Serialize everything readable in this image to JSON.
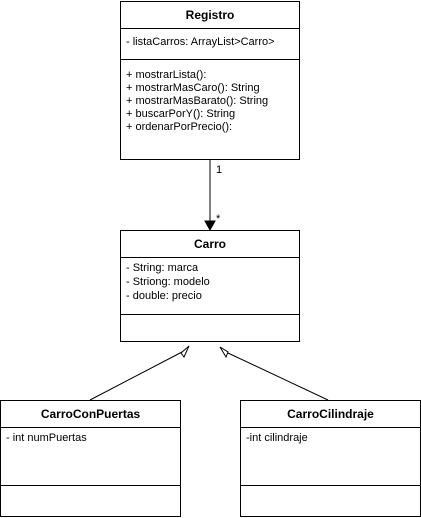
{
  "classes": {
    "registro": {
      "name": "Registro",
      "attributes": [
        "- listaCarros: ArrayList>Carro>"
      ],
      "operations": [
        "+ mostrarLista():",
        "+ mostrarMasCaro(): String",
        "+ mostrarMasBarato(): String",
        "+ buscarPorY(): String",
        "+ ordenarPorPrecio():"
      ]
    },
    "carro": {
      "name": "Carro",
      "attributes": [
        "- String: marca",
        "- Striong: modelo",
        "- double: precio"
      ],
      "operations": []
    },
    "carro_con_puertas": {
      "name": "CarroConPuertas",
      "attributes": [
        "- int numPuertas"
      ],
      "operations": []
    },
    "carro_cilindraje": {
      "name": "CarroCilindraje",
      "attributes": [
        "-int cilindraje"
      ],
      "operations": []
    }
  },
  "association": {
    "source_multiplicity": "1",
    "target_multiplicity": "*"
  }
}
